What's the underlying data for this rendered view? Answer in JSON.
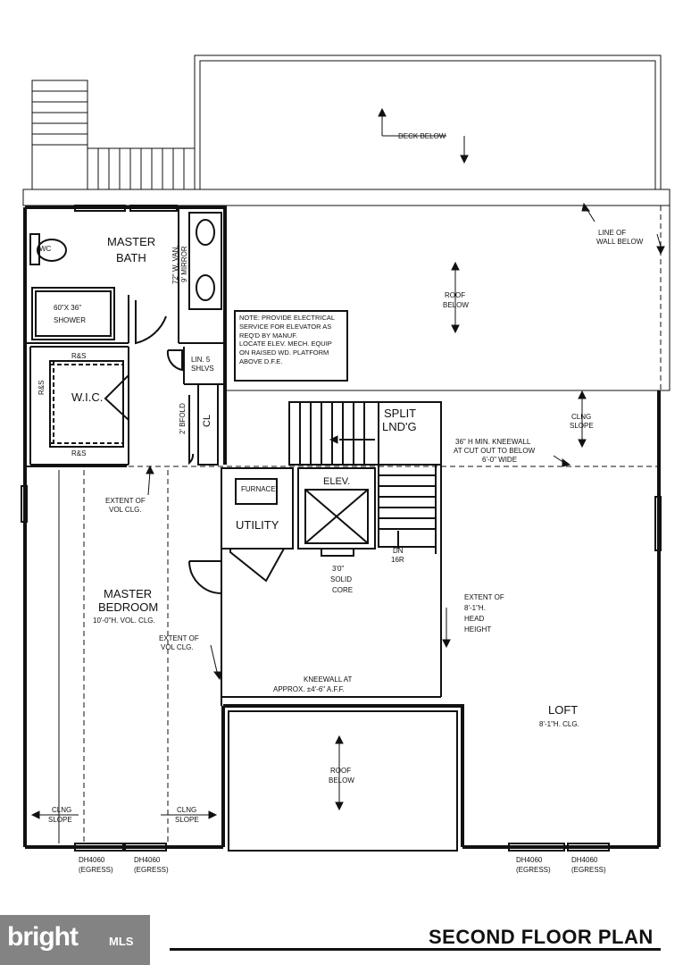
{
  "title": "SECOND FLOOR PLAN",
  "brand": {
    "name": "bright",
    "suffix": "MLS"
  },
  "note": "NOTE: PROVIDE ELECTRICAL\nSERVICE FOR ELEVATOR AS\nREQ'D BY MANUF.\nLOCATE ELEV. MECH. EQUIP\nON RAISED WD. PLATFORM\nABOVE D.F.E.",
  "labels": {
    "deck_below": "DECK BELOW",
    "wc": "WC",
    "master_bath_1": "MASTER",
    "master_bath_2": "BATH",
    "vanity_1": "72\" W. VAN.",
    "vanity_2": "9' MIRROR",
    "shower_1": "60\"X 36\"",
    "shower_2": "SHOWER",
    "line_of_wall_1": "LINE OF",
    "line_of_wall_2": "WALL BELOW",
    "roof_below_top_1": "ROOF",
    "roof_below_top_2": "BELOW",
    "lin_1": "LIN. 5",
    "lin_2": "SHLVS",
    "rs_top": "R&S",
    "rs_left": "R&S",
    "rs_bottom": "R&S",
    "wic": "W.I.C.",
    "bifold": "2' BFOLD",
    "cl": "CL",
    "split_1": "SPLIT",
    "split_2": "LND'G",
    "clng_slope_right_1": "CLNG",
    "clng_slope_right_2": "SLOPE",
    "kneewall_cut_1": "36\" H MIN. KNEEWALL",
    "kneewall_cut_2": "AT CUT OUT TO BELOW",
    "kneewall_cut_3": "6'-0\" WIDE",
    "extent_vol_top_1": "EXTENT OF",
    "extent_vol_top_2": "VOL CLG.",
    "furnace": "FURNACE",
    "utility": "UTILITY",
    "elev": "ELEV.",
    "dn_1": "DN",
    "dn_2": "16R",
    "solid_core_1": "3'0\"",
    "solid_core_2": "SOLID",
    "solid_core_3": "CORE",
    "extent_head_1": "EXTENT OF",
    "extent_head_2": "8'-1\"H.",
    "extent_head_3": "HEAD",
    "extent_head_4": "HEIGHT",
    "master_bedroom_1": "MASTER",
    "master_bedroom_2": "BEDROOM",
    "master_bedroom_3": "10'-0\"H. VOL. CLG.",
    "extent_vol_mid_1": "EXTENT OF",
    "extent_vol_mid_2": "VOL CLG.",
    "kneewall_approx_1": "KNEEWALL AT",
    "kneewall_approx_2": "APPROX. ±4'-6\" A.F.F.",
    "loft_1": "LOFT",
    "loft_2": "8'-1\"H. CLG.",
    "roof_below_bottom_1": "ROOF",
    "roof_below_bottom_2": "BELOW",
    "clng_slope_left_1": "CLNG",
    "clng_slope_left_2": "SLOPE",
    "clng_slope_mid_1": "CLNG",
    "clng_slope_mid_2": "SLOPE",
    "window_1a": "DH4060",
    "window_1b": "(EGRESS)",
    "window_2a": "DH4060",
    "window_2b": "(EGRESS)",
    "window_3a": "DH4060",
    "window_3b": "(EGRESS)",
    "window_4a": "DH4060",
    "window_4b": "(EGRESS)"
  }
}
